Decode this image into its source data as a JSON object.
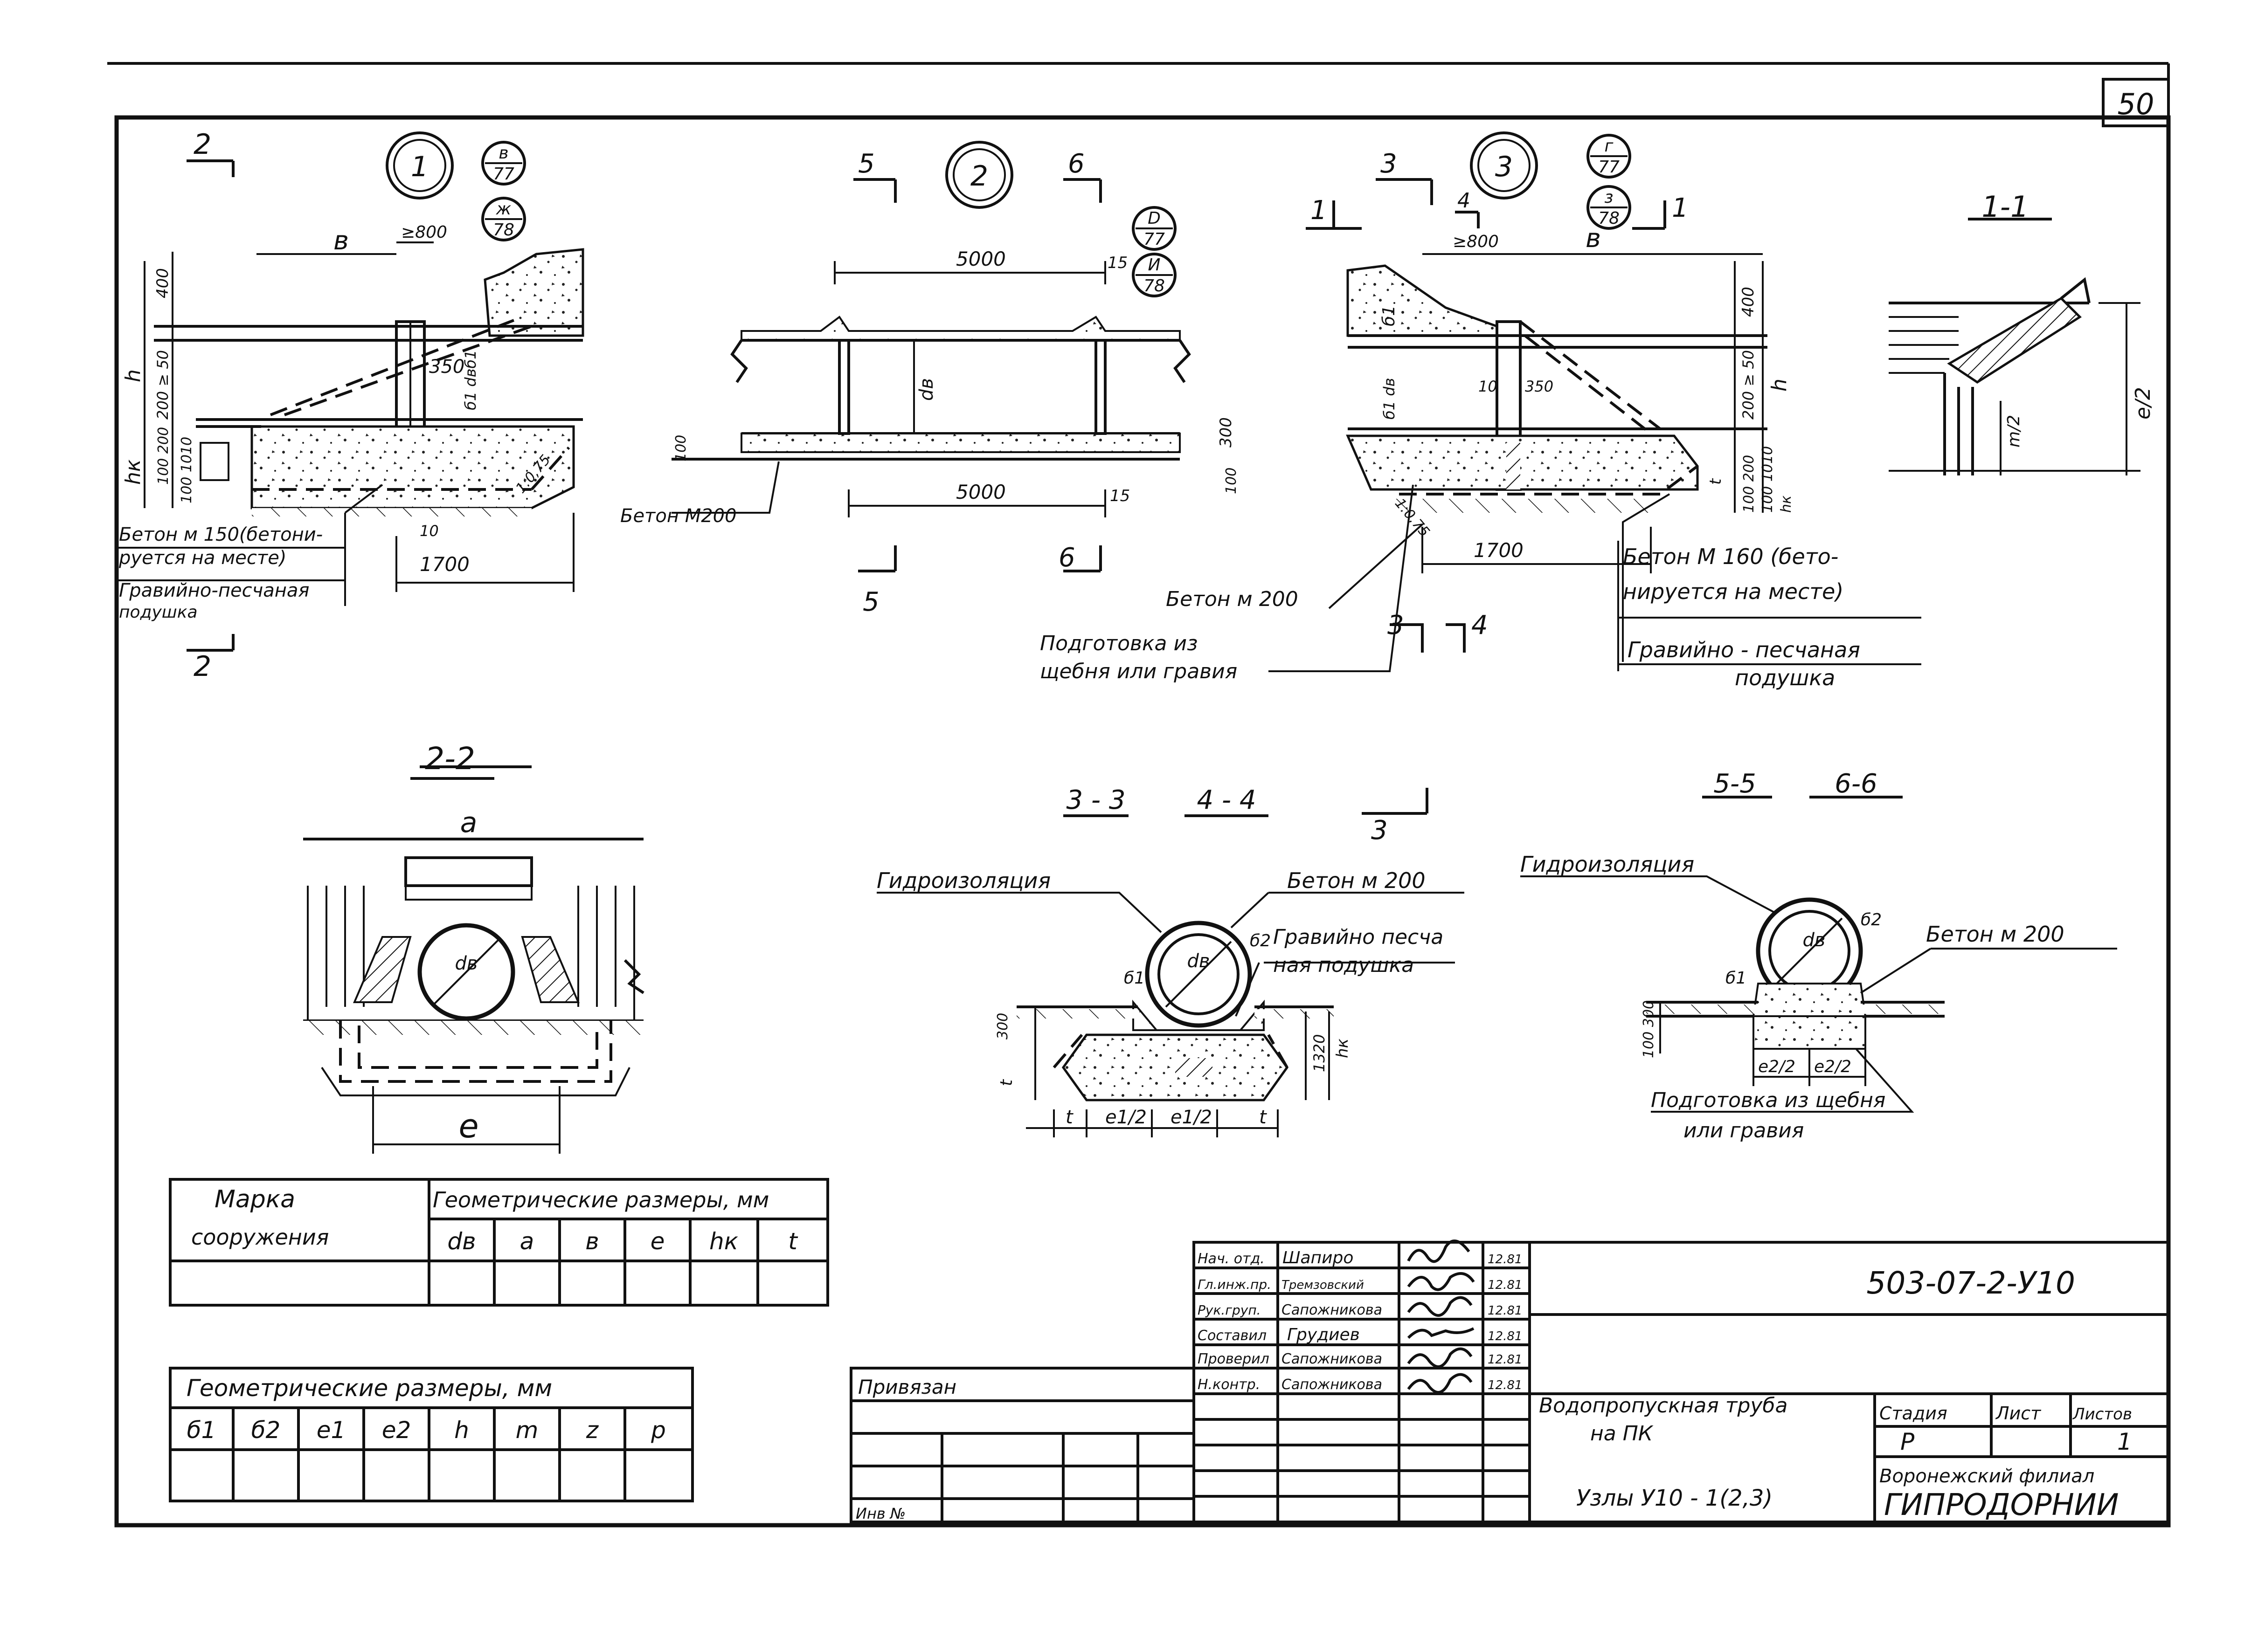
{
  "sheet": {
    "number": "50",
    "document_code": "503-07-2-У10"
  },
  "node1": {
    "num": "1",
    "refs": [
      [
        "в",
        "77"
      ],
      [
        "ж",
        "78"
      ]
    ],
    "cut": "2",
    "dims": [
      "в",
      "≥800",
      "350",
      "1700",
      "10",
      "400",
      "h",
      "200 ≥ 50",
      "hк",
      "100 200",
      "100 1010",
      "б1 dвб1",
      "1:0,75"
    ],
    "notes": [
      "Бетон м 150(бетони-",
      "руется на месте)",
      "Гравийно-песчаная",
      "подушка"
    ]
  },
  "node2": {
    "num": "2",
    "refs": [
      [
        "D",
        "77"
      ],
      [
        "И",
        "78"
      ]
    ],
    "cuts": [
      "5",
      "6"
    ],
    "dims": [
      "5000",
      "15",
      "dв",
      "300",
      "100",
      "100",
      "5000",
      "15"
    ],
    "notes": [
      "Бетон М200"
    ]
  },
  "node3": {
    "num": "3",
    "refs": [
      [
        "г",
        "77"
      ],
      [
        "з",
        "78"
      ]
    ],
    "cuts": [
      "1",
      "3",
      "4"
    ],
    "dims": [
      "≥800",
      "в",
      "400",
      "h",
      "200 ≥ 50",
      "100 200",
      "100 1010",
      "hк",
      "t",
      "1700",
      "10",
      "350",
      "б1",
      "б1 dв",
      "1:0,75"
    ],
    "notes": [
      "Бетон м 200",
      "Подготовка из",
      "щебня или гравия",
      "Бетон М 160 (бето-",
      "нируется на месте)",
      "Гравийно - песчаная",
      "подушка"
    ]
  },
  "section_1_1": {
    "title": "1-1",
    "dims": [
      "m/2",
      "e/2"
    ]
  },
  "section_2_2": {
    "title": "2-2",
    "dims": [
      "a",
      "dв",
      "e"
    ]
  },
  "section_3_3": {
    "titles": [
      "3 - 3",
      "4 - 4"
    ],
    "cut_mark": "3",
    "labels": [
      "Гидроизоляция",
      "Бетон м 200",
      "Гравийно песча",
      "ная подушка",
      "dв",
      "б1",
      "б2"
    ],
    "dims": [
      "300",
      "t",
      "1320",
      "hк",
      "t",
      "e1/2",
      "e1/2",
      "t"
    ]
  },
  "section_5_5": {
    "titles": [
      "5-5",
      "6-6"
    ],
    "labels": [
      "Гидроизоляция",
      "Бетон м 200",
      "dв",
      "б1",
      "б2",
      "Подготовка из щебня",
      "или гравия"
    ],
    "dims": [
      "100 300",
      "e2/2",
      "e2/2"
    ]
  },
  "table1": {
    "col1": [
      "Марка",
      "сооружения"
    ],
    "group_header": "Геометрические размеры, мм",
    "cols": [
      "dв",
      "a",
      "в",
      "e",
      "hк",
      "t"
    ]
  },
  "table2": {
    "header": "Геометрические размеры, мм",
    "cols": [
      "б1",
      "б2",
      "e1",
      "e2",
      "h",
      "m",
      "z",
      "р"
    ]
  },
  "stamp": {
    "privyazan": "Привязан",
    "inv": "Инв №",
    "roles": [
      "Нач. отд.",
      "Гл.инж.пр.",
      "Рук.груп.",
      "Составил",
      "Проверил",
      "Н.контр."
    ],
    "names": [
      "Шапиро",
      "Тремзовский",
      "Сапожникова",
      "Грудиев",
      "Сапожникова",
      "Сапожникова"
    ],
    "dates": [
      "12.81",
      "12.81",
      "12.81",
      "12.81",
      "12.81",
      "12.81"
    ],
    "title_lines": [
      "Водопропускная труба",
      "на ПК"
    ],
    "subtitle": "Узлы У10 - 1(2,3)",
    "stage_header": "Стадия",
    "sheet_header": "Лист",
    "sheets_header": "Листов",
    "stage": "Р",
    "sheet": "",
    "sheets": "1",
    "org1": "Воронежский филиал",
    "org2": "ГИПРОДОРНИИ"
  }
}
